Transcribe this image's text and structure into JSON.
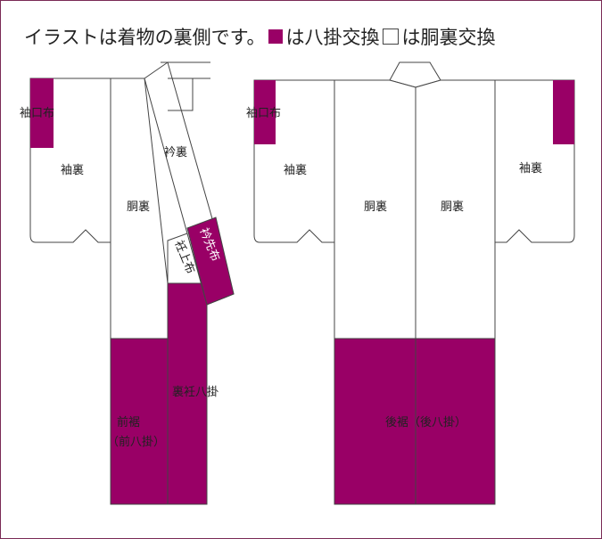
{
  "title": {
    "prefix": "イラストは着物の裏側です。",
    "hakkake_legend": "は八掛交換",
    "douura_legend": "は胴裏交換"
  },
  "colors": {
    "hakkake": "#990066",
    "douura": "#ffffff",
    "outline": "#444444",
    "frame": "#7a2a55"
  },
  "front": {
    "sodeguchi_left": "袖口布",
    "sodeura_left": "袖裏",
    "douura": "胴裏",
    "eriura": "衿裏",
    "erisaki": "衿先布",
    "okumijo": "衽上布",
    "uraokumi_hakkake": "裏衽八掛",
    "maesuso": "前裾",
    "maesuso_note": "（前八掛）"
  },
  "back": {
    "sodeguchi_left": "袖口布",
    "sodeura_left": "袖裏",
    "sodeura_right": "袖裏",
    "douura_left": "胴裏",
    "douura_right": "胴裏",
    "ushirosuso": "後裾（後八掛）"
  }
}
